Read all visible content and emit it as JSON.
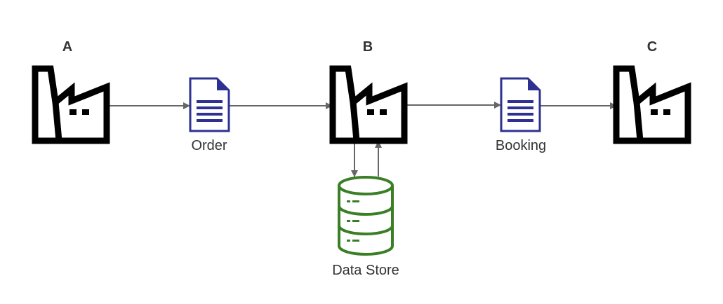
{
  "nodes": {
    "a": {
      "title": "A",
      "icon": "factory-icon"
    },
    "b": {
      "title": "B",
      "icon": "factory-icon"
    },
    "c": {
      "title": "C",
      "icon": "factory-icon"
    }
  },
  "documents": {
    "order": {
      "label": "Order",
      "icon": "document-icon"
    },
    "booking": {
      "label": "Booking",
      "icon": "document-icon"
    }
  },
  "store": {
    "label": "Data Store",
    "icon": "database-icon"
  },
  "colors": {
    "factory": "#000000",
    "document": "#2e3192",
    "database": "#3a7f26",
    "connector": "#666666",
    "text": "#333333"
  }
}
